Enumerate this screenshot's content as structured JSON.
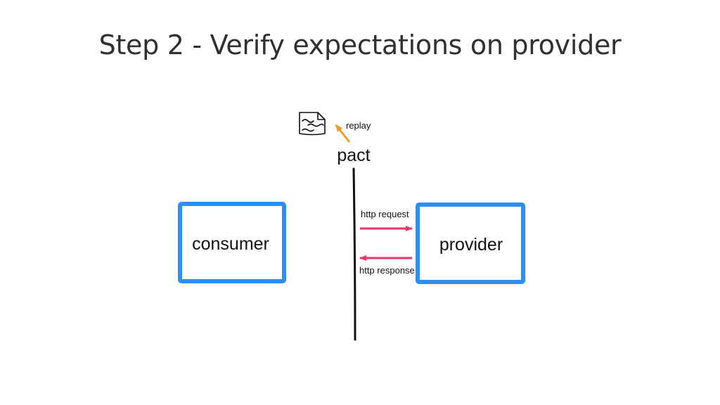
{
  "title": "Step 2 - Verify expectations on provider",
  "diagram": {
    "consumer": {
      "label": "consumer"
    },
    "provider": {
      "label": "provider"
    },
    "pact": {
      "label": "pact",
      "icon": "document-scribble-icon"
    },
    "replay_label": "replay",
    "request_label": "http request",
    "response_label": "http response",
    "colors": {
      "box_border": "#2f8fef",
      "http_arrow": "#e8336b",
      "replay_arrow": "#f39a2b",
      "divider": "#111111",
      "title_text": "#303030"
    }
  }
}
